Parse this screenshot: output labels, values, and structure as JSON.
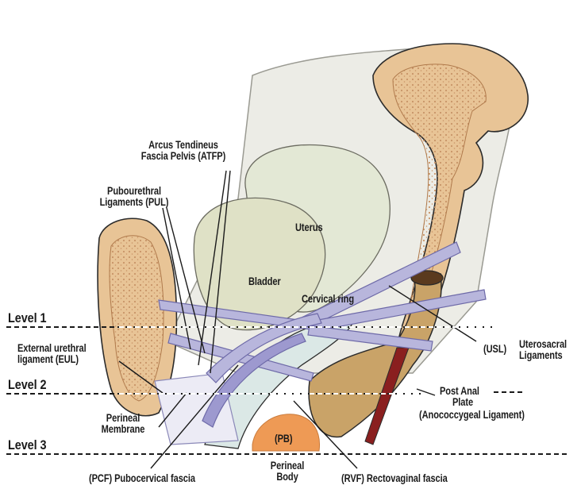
{
  "labels": {
    "atfp_line1": "Arcus Tendineus",
    "atfp_line2": "Fascia Pelvis (ATFP)",
    "pul_line1": "Pubourethral",
    "pul_line2": "Ligaments (PUL)",
    "uterus": "Uterus",
    "bladder": "Bladder",
    "cervical_ring": "Cervical ring",
    "eul_line1": "External  urethral",
    "eul_line2": "ligament (EUL)",
    "usl_abbr": "(USL)",
    "usl_line1": "Uterosacral",
    "usl_line2": "Ligaments",
    "post_anal_line1": "Post Anal",
    "post_anal_line2": "Plate",
    "post_anal_line3": "(Anococcygeal Ligament)",
    "perineal_membrane_line1": "Perineal",
    "perineal_membrane_line2": "Membrane",
    "pb": "(PB)",
    "perineal_body_line1": "Perineal",
    "perineal_body_line2": "Body",
    "pcf": "(PCF) Pubocervical fascia",
    "rvf": "(RVF) Rectovaginal fascia"
  },
  "levels": [
    "Level 1",
    "Level 2",
    "Level 3"
  ],
  "colors": {
    "bone": "#e8c496",
    "bone_dots": "#c89467",
    "pelvis_bg": "#ecece6",
    "uterus": "#e3e8d5",
    "bladder": "#dfe1c6",
    "vagina": "#dbe8e6",
    "rectum": "#c9a368",
    "perineal_body": "#ee9a55",
    "ligament": "#b8b6dc",
    "outline": "#2b2b2b"
  }
}
